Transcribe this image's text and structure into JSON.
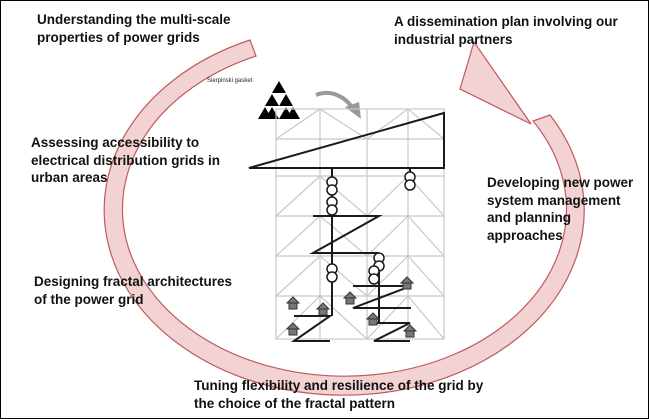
{
  "labels": {
    "top_left": [
      "Understanding the multi-scale",
      "properties of power grids"
    ],
    "top_right": [
      "A dissemination plan involving our",
      "industrial partners"
    ],
    "mid_left": [
      "Assessing accessibility to",
      "electrical distribution grids in",
      "urban areas"
    ],
    "mid_right": [
      "Developing new power",
      "system management",
      "and planning",
      "approaches"
    ],
    "lower_left": [
      "Designing fractal architectures",
      "of the power grid"
    ],
    "bottom": [
      "Tuning flexibility and resilience of the grid by",
      "the choice of the fractal pattern"
    ],
    "gasket_caption": "Sierpinski gasket"
  },
  "colors": {
    "cycle_arrow_fill": "#f2d2d3",
    "cycle_arrow_stroke": "#c05a5e",
    "grid_light": "#c8c8c8",
    "grid_dark": "#1a1a1a",
    "gasket": "#000000"
  }
}
